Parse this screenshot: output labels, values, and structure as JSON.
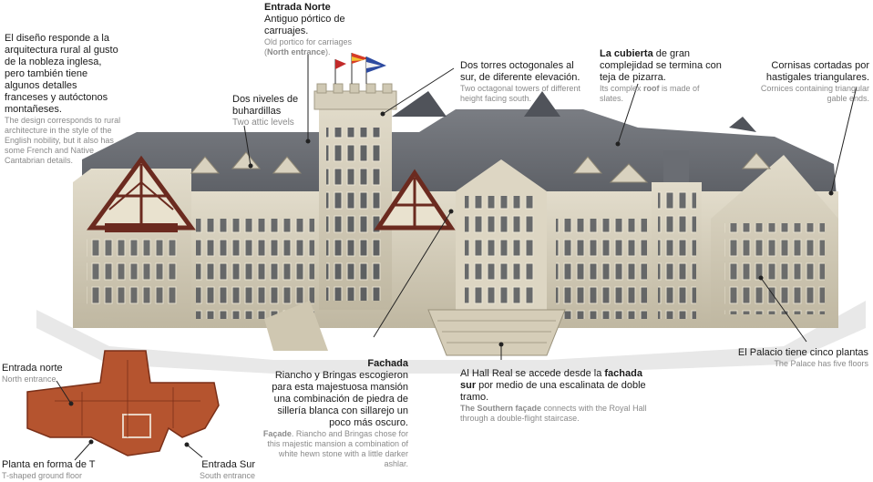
{
  "annotations": {
    "intro": {
      "es": "El diseño responde a la arquitectura rural al gusto de la nobleza inglesa, pero también tiene algunos detalles franceses y autóctonos montañeses.",
      "en": "The design corresponds to rural architecture in the style of the English nobility, but it also has some French and Native Cantabrian details."
    },
    "north_entrance": {
      "title": "Entrada Norte",
      "es": "Antiguo pórtico de carruajes.",
      "en_pre": "Old portico for carriages (",
      "en_bold": "North entrance",
      "en_post": ")."
    },
    "towers": {
      "es": "Dos torres octogonales al sur, de diferente elevación.",
      "en": "Two octagonal towers of different height facing south."
    },
    "roof": {
      "es_bold": "La cubierta",
      "es_rest": " de gran complejidad se termina con teja de pizarra.",
      "en_pre": "Its complex ",
      "en_bold": "roof",
      "en_post": " is made of slates."
    },
    "cornices": {
      "es": "Cornisas cortadas por hastigales triangulares.",
      "en": "Cornices containing triangular gable ends."
    },
    "attics": {
      "es": "Dos niveles de buhardillas",
      "en": "Two attic levels"
    },
    "facade": {
      "title": "Fachada",
      "es": "Riancho y Bringas escogieron para esta majestuosa mansión una combinación de piedra de sillería blanca con sillarejo un poco más oscuro.",
      "en_bold": "Façade",
      "en_rest": ". Riancho and Bringas chose for this majestic mansion a combination of white hewn stone with a little darker ashlar."
    },
    "hall": {
      "es_pre": "Al Hall Real se accede desde la ",
      "es_bold": "fachada sur",
      "es_post": " por medio de una escalinata de doble tramo.",
      "en_bold": "The Southern façade",
      "en_rest": " connects with the Royal Hall through a double-flight staircase."
    },
    "floors": {
      "es": "El Palacio tiene cinco plantas",
      "en": "The Palace has five floors"
    },
    "plan_north": {
      "es": "Entrada norte",
      "en": "North entrance"
    },
    "plan_t": {
      "es": "Planta en forma de T",
      "en": "T-shaped ground floor"
    },
    "plan_south": {
      "es": "Entrada Sur",
      "en": "South entrance"
    }
  },
  "colors": {
    "stone": "#d8d2c0",
    "stone_dark": "#b8b09a",
    "roof": "#6c6f75",
    "roof_dark": "#4a4c52",
    "timber": "#6b2a1f",
    "plan": "#b5542f",
    "leader": "#222222"
  }
}
